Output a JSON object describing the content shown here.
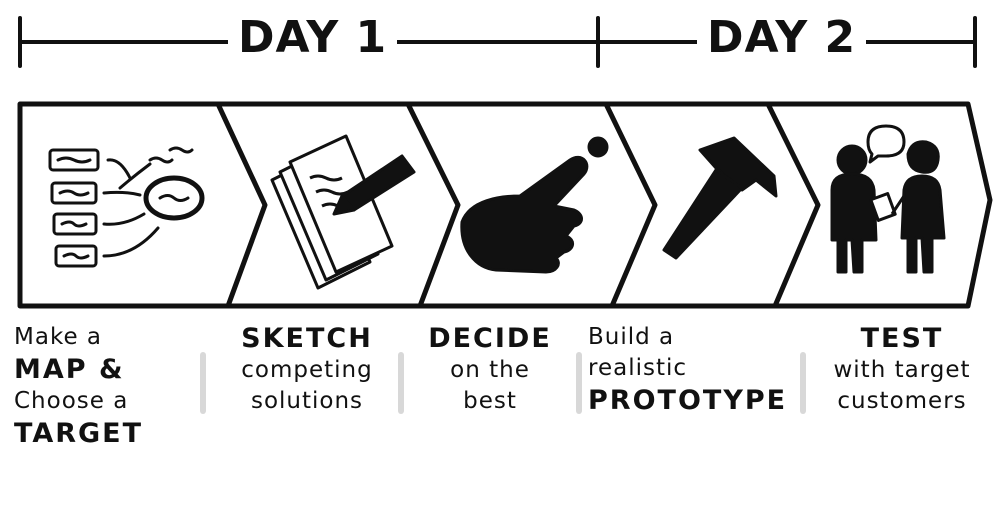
{
  "timeline": {
    "day1_label": "DAY 1",
    "day2_label": "DAY 2"
  },
  "steps": [
    {
      "icon": "map-target-icon",
      "lines": [
        "Make a",
        "MAP &",
        "Choose a",
        "TARGET"
      ]
    },
    {
      "icon": "sketch-paper-pen-icon",
      "lines": [
        "SKETCH",
        "competing",
        "solutions"
      ]
    },
    {
      "icon": "pointing-hand-icon",
      "lines": [
        "DECIDE",
        "on the",
        "best"
      ]
    },
    {
      "icon": "hammer-icon",
      "lines": [
        "Build a",
        "realistic",
        "PROTOTYPE"
      ]
    },
    {
      "icon": "two-people-talking-icon",
      "lines": [
        "TEST",
        "with target",
        "customers"
      ]
    }
  ],
  "colors": {
    "ink": "#111111",
    "separator": "#d8d8d8",
    "background": "#ffffff"
  }
}
